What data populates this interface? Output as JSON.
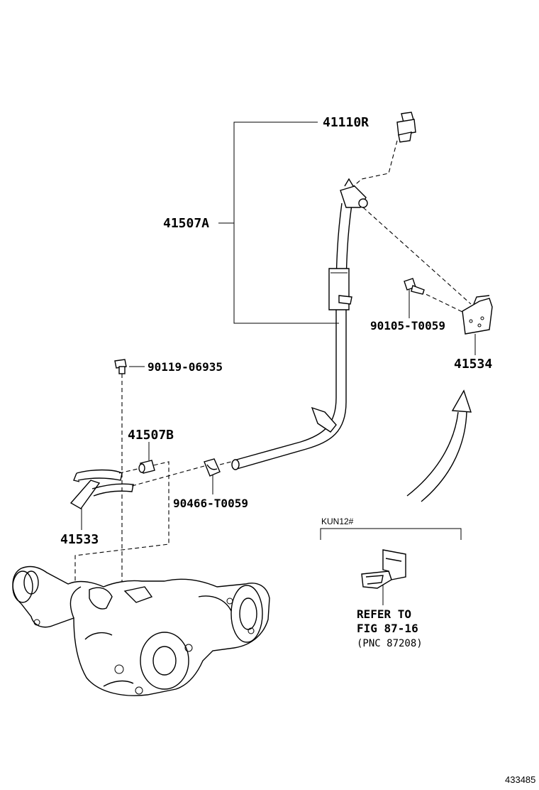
{
  "labels": {
    "p41110r": "41110R",
    "p41507a": "41507A",
    "p90105": "90105-T0059",
    "p41534": "41534",
    "p90119": "90119-06935",
    "p41507b": "41507B",
    "p90466": "90466-T0059",
    "p41533": "41533",
    "variant": "KUN12#",
    "refer_line1": "REFER TO",
    "refer_line2": "FIG 87-16",
    "refer_line3": "(PNC 87208)",
    "diagram_id": "433485"
  }
}
